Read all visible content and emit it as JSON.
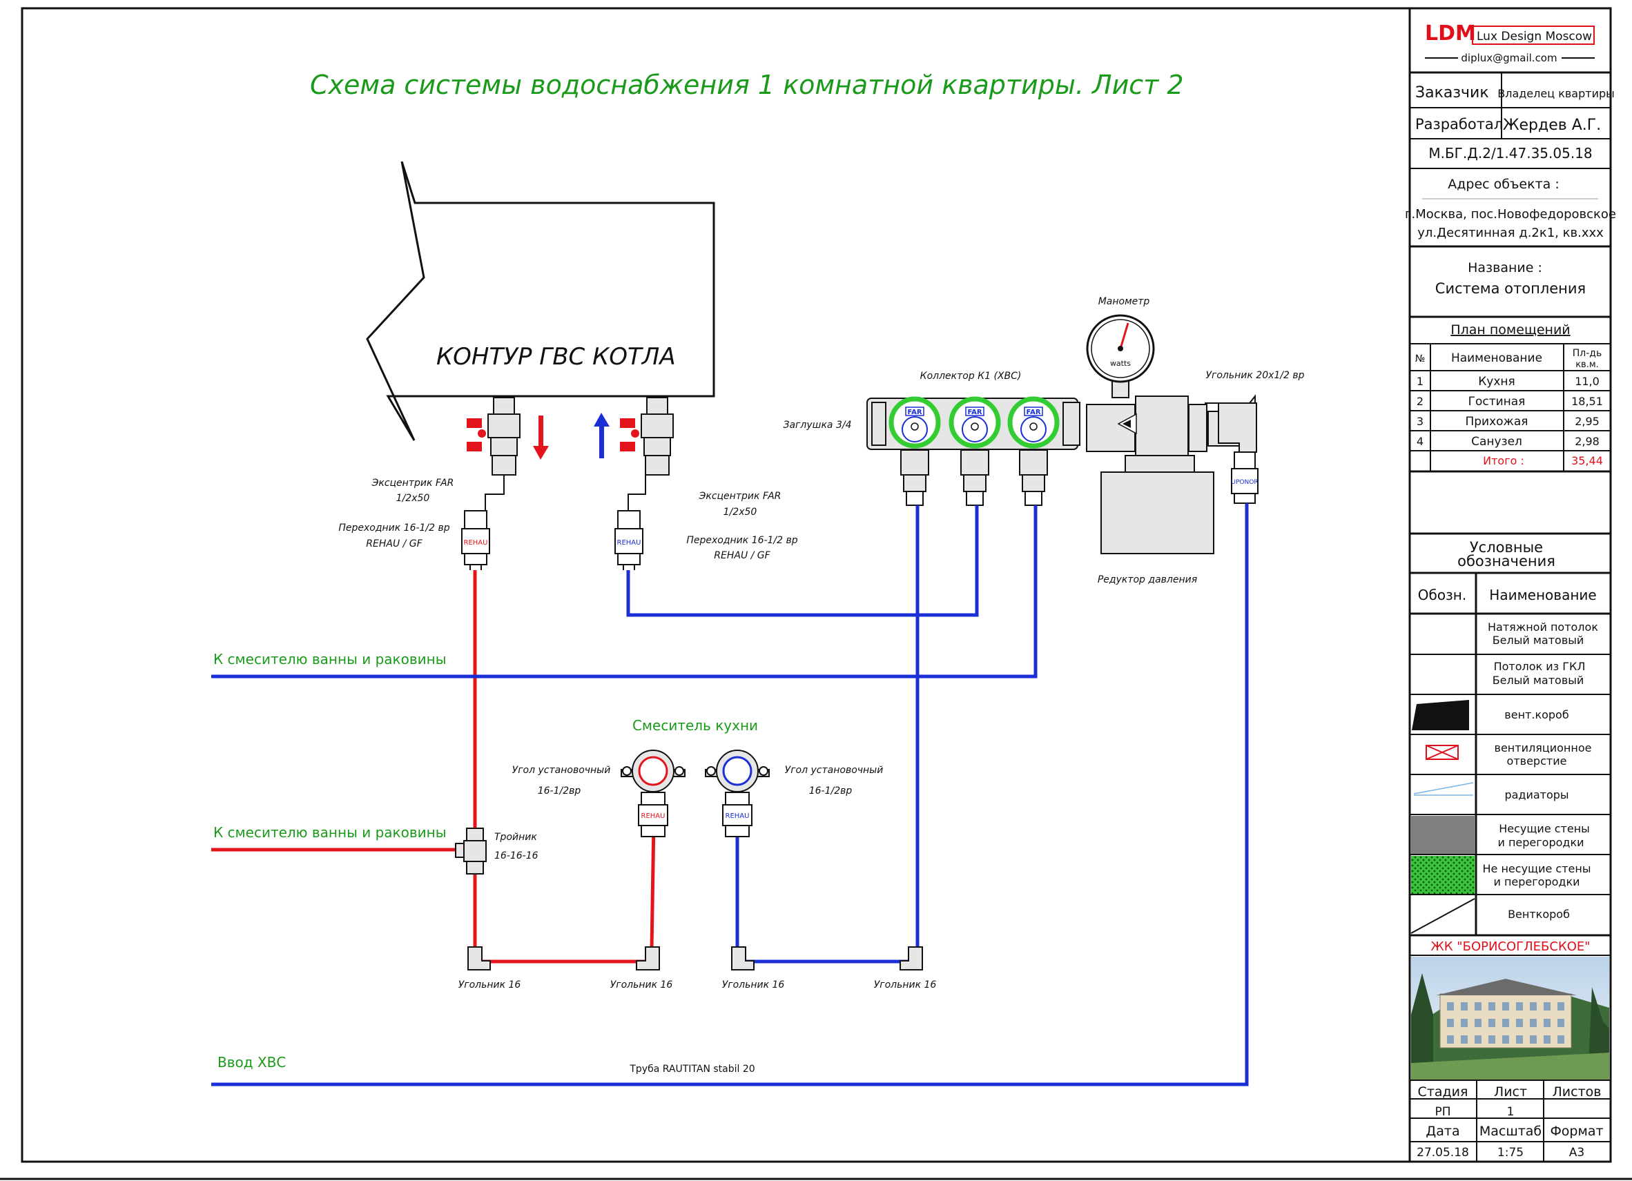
{
  "title": "Схема системы водоснабжения 1 комнатной квартиры. Лист 2",
  "boiler": {
    "label": "КОНТУР ГВС КОТЛА"
  },
  "left_labels": {
    "ecc1_a": "Эксцентрик FAR",
    "ecc1_b": "1/2x50",
    "adp1_a": "Переходник 16-1/2 вр",
    "adp1_b": "REHAU / GF",
    "ecc2_a": "Эксцентрик FAR",
    "ecc2_b": "1/2x50",
    "adp2_a": "Переходник 16-1/2 вр",
    "adp2_b": "REHAU / GF"
  },
  "fitting_brands": {
    "rehau": "REHAU",
    "uponor": "UPONOR",
    "far": "FAR"
  },
  "collector": {
    "label": "Коллектор К1 (ХВС)",
    "plug": "Заглушка 3/4",
    "gauge": "Манометр",
    "gauge_brand": "watts",
    "reducer": "Редуктор давления",
    "elbow": "Угольник 20x1/2 вр"
  },
  "lines": {
    "to_bath_1": "К смесителю ванны и раковины",
    "to_bath_2": "К смесителю ванны и раковины",
    "inlet": "Ввод ХВС",
    "pipe": "Труба RAUTITAN stabil 20"
  },
  "mixer": {
    "title": "Смеситель кухни",
    "angle_left_a": "Угол установочный",
    "angle_left_b": "16-1/2вр",
    "angle_right_a": "Угол установочный",
    "angle_right_b": "16-1/2вр",
    "tee_a": "Тройник",
    "tee_b": "16-16-16"
  },
  "elbows": [
    "Угольник 16",
    "Угольник 16",
    "Угольник 16",
    "Угольник 16"
  ],
  "title_block": {
    "logo": "LDM",
    "company": "Lux Design Moscow",
    "email": "diplux@gmail.com",
    "customer_label": "Заказчик",
    "customer_value": "Владелец квартиры",
    "developer_label": "Разработал",
    "developer_value": "Жердев А.Г.",
    "code": "М.БГ.Д.2/1.47.35.05.18",
    "address_label": "Адрес объекта :",
    "address_line1": "г.Москва, пос.Новофедоровское",
    "address_line2": "ул.Десятинная д.2к1, кв.ххх",
    "name_label": "Название :",
    "name_value": "Система отопления",
    "plan_title": "План помещений",
    "room_headers": {
      "n": "№",
      "name": "Наименование",
      "area1": "Пл-дь",
      "area2": "кв.м."
    },
    "rooms": [
      {
        "n": "1",
        "name": "Кухня",
        "area": "11,0"
      },
      {
        "n": "2",
        "name": "Гостиная",
        "area": "18,51"
      },
      {
        "n": "3",
        "name": "Прихожая",
        "area": "2,95"
      },
      {
        "n": "4",
        "name": "Санузел",
        "area": "2,98"
      }
    ],
    "total_label": "Итого :",
    "total_value": "35,44",
    "legend_title_1": "Условные",
    "legend_title_2": "обозначения",
    "legend_col1": "Обозн.",
    "legend_col2": "Наименование",
    "legend": [
      {
        "l1": "Натяжной потолок",
        "l2": "Белый матовый"
      },
      {
        "l1": "Потолок из ГКЛ",
        "l2": "Белый матовый"
      },
      {
        "l1": "вент.короб",
        "l2": ""
      },
      {
        "l1": "вентиляционное",
        "l2": "отверстие"
      },
      {
        "l1": "радиаторы",
        "l2": ""
      },
      {
        "l1": "Несущие стены",
        "l2": "и перегородки"
      },
      {
        "l1": "Не несущие стены",
        "l2": "и перегородки"
      },
      {
        "l1": "Венткороб",
        "l2": ""
      }
    ],
    "project": "ЖК \"БОРИСОГЛЕБСКОЕ\"",
    "stage_label": "Стадия",
    "sheet_label": "Лист",
    "sheets_label": "Листов",
    "stage_value": "РП",
    "sheet_value": "1",
    "sheets_value": "",
    "date_label": "Дата",
    "scale_label": "Масштаб",
    "format_label": "Формат",
    "date_value": "27.05.18",
    "scale_value": "1:75",
    "format_value": "А3"
  },
  "colors": {
    "hot": "#e3141c",
    "cold": "#1a2fd4",
    "title": "#1a9a1a",
    "accent": "#e0101a"
  }
}
